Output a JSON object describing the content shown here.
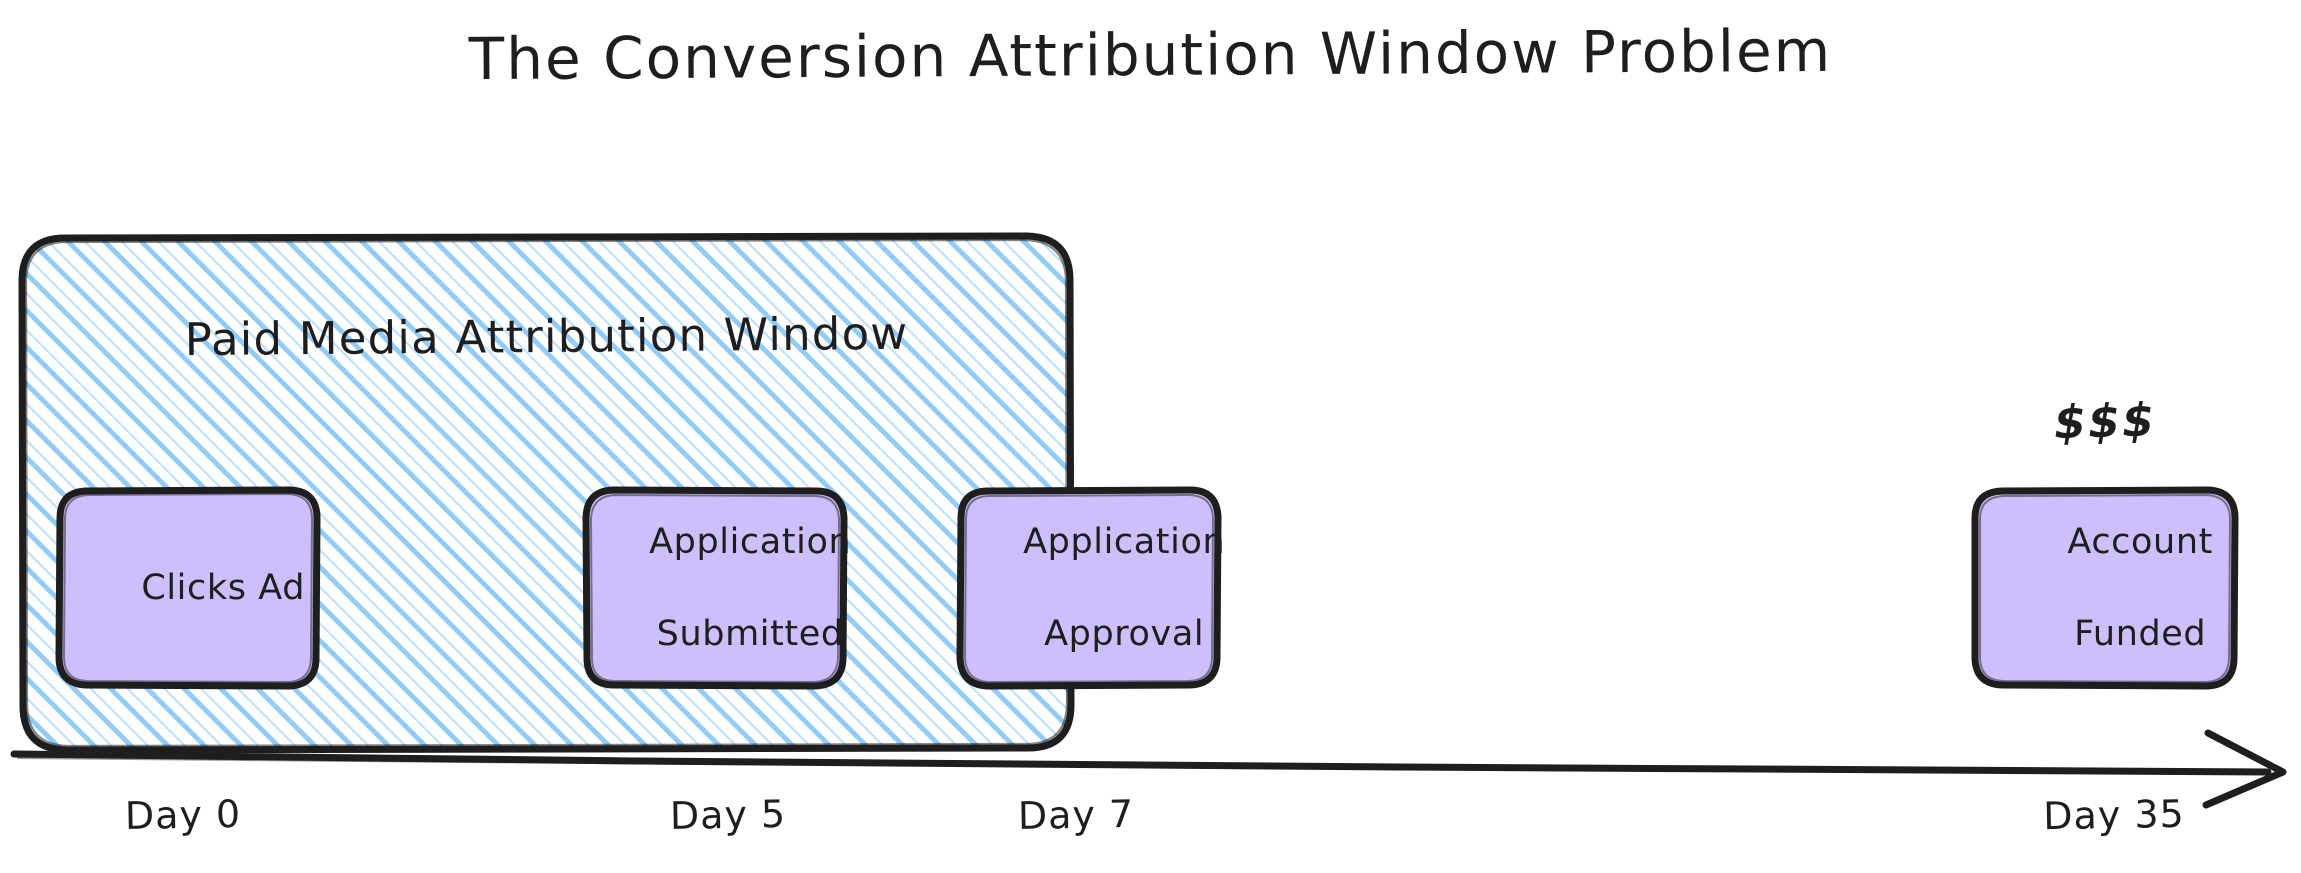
{
  "title": "The Conversion Attribution Window Problem",
  "attribution_window": {
    "label": "Paid Media Attribution Window",
    "fill_color": "#ffffff",
    "hatch_color": "#93cdf7",
    "stroke_color": "#1e1e1e"
  },
  "node_style": {
    "fill_color": "#cdbffb",
    "stroke_color": "#1e1e1e",
    "text_color": "#1e1e1e"
  },
  "nodes": [
    {
      "id": "clicks-ad",
      "lines": [
        "Clicks Ad"
      ],
      "day": "Day 0",
      "inside_window": true
    },
    {
      "id": "app-submitted",
      "lines": [
        "Application",
        "Submitted"
      ],
      "day": "Day 5",
      "inside_window": true
    },
    {
      "id": "app-approval",
      "lines": [
        "Application",
        "Approval"
      ],
      "day": "Day 7",
      "inside_window": false
    },
    {
      "id": "account-funded",
      "lines": [
        "Account",
        "Funded"
      ],
      "day": "Day 35",
      "inside_window": false
    }
  ],
  "annotations": {
    "money": "$$$"
  },
  "timeline": {
    "days": [
      "Day 0",
      "Day 5",
      "Day 7",
      "Day 35"
    ],
    "arrow_direction": "right",
    "axis_color": "#1e1e1e"
  }
}
